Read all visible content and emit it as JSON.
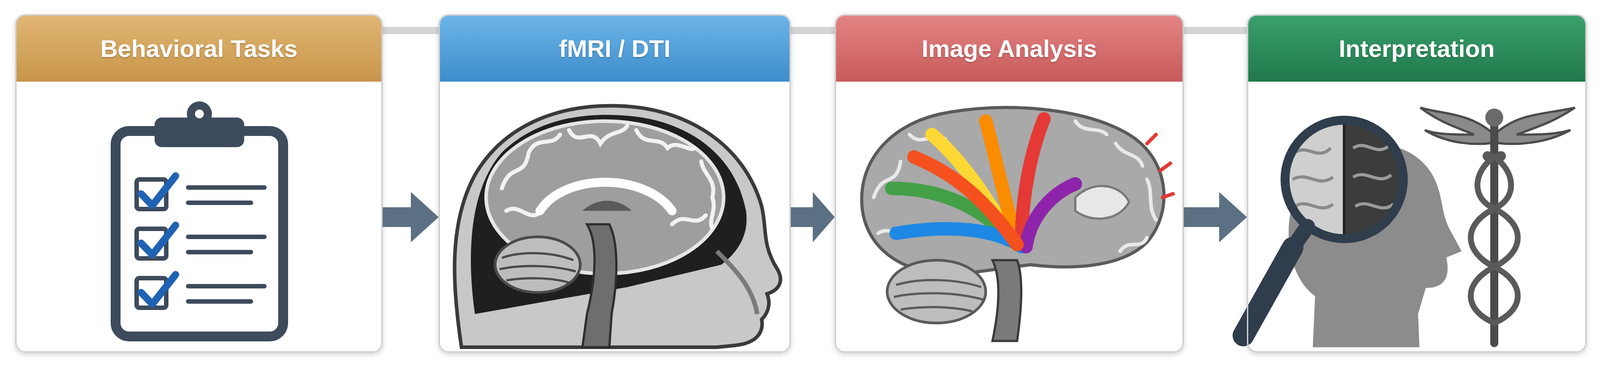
{
  "diagram": {
    "nodes": [
      {
        "text": [
          "Behavioral Tasks"
        ]
      },
      {
        "text": [
          "fMRI / DTI"
        ]
      },
      {
        "text": [
          "Image Analysis"
        ]
      },
      {
        "text": [
          "Interpretation"
        ]
      }
    ],
    "edges": [
      {
        "from": 0,
        "to": 1,
        "arrow": "to"
      },
      {
        "from": 1,
        "to": 2,
        "arrow": "to"
      },
      {
        "from": 2,
        "to": 3,
        "arrow": "to"
      }
    ]
  }
}
